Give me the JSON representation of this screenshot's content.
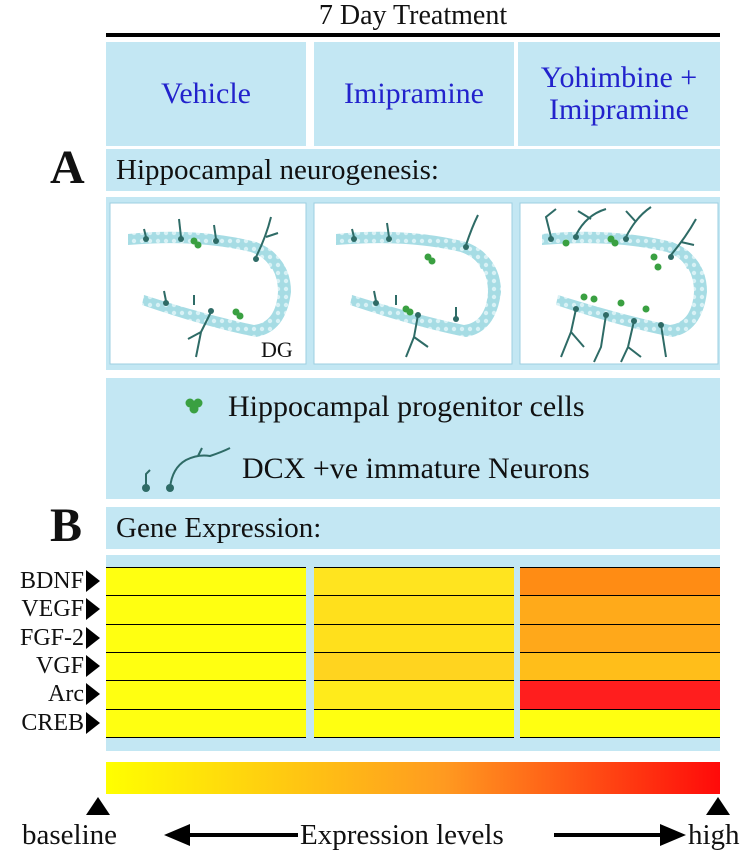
{
  "header": {
    "title": "7 Day Treatment"
  },
  "conditions": [
    "Vehicle",
    "Imipramine",
    "Yohimbine + Imipramine"
  ],
  "section_a": {
    "letter": "A",
    "label": "Hippocampal neurogenesis:",
    "dg_label": "DG",
    "legend": {
      "progenitor": "Hippocampal progenitor cells",
      "neurons": "DCX +ve immature Neurons"
    }
  },
  "section_b": {
    "letter": "B",
    "label": "Gene Expression:",
    "genes": [
      "BDNF",
      "VEGF",
      "FGF-2",
      "VGF",
      "Arc",
      "CREB"
    ],
    "heatmap": [
      [
        "#ffff11",
        "#ffe41f",
        "#ff8c14"
      ],
      [
        "#ffff11",
        "#ffe01c",
        "#ffaa1a"
      ],
      [
        "#ffff11",
        "#ffe01c",
        "#ffa81a"
      ],
      [
        "#ffff11",
        "#ffd41f",
        "#ffbe1a"
      ],
      [
        "#ffff11",
        "#ffeb1b",
        "#ff1e1e"
      ],
      [
        "#ffff11",
        "#ffff11",
        "#ffff11"
      ]
    ]
  },
  "scale": {
    "low": "baseline",
    "middle": "Expression levels",
    "high": "high",
    "colors": [
      "#ffff00",
      "#ff9a20",
      "#ff0a0a"
    ]
  }
}
